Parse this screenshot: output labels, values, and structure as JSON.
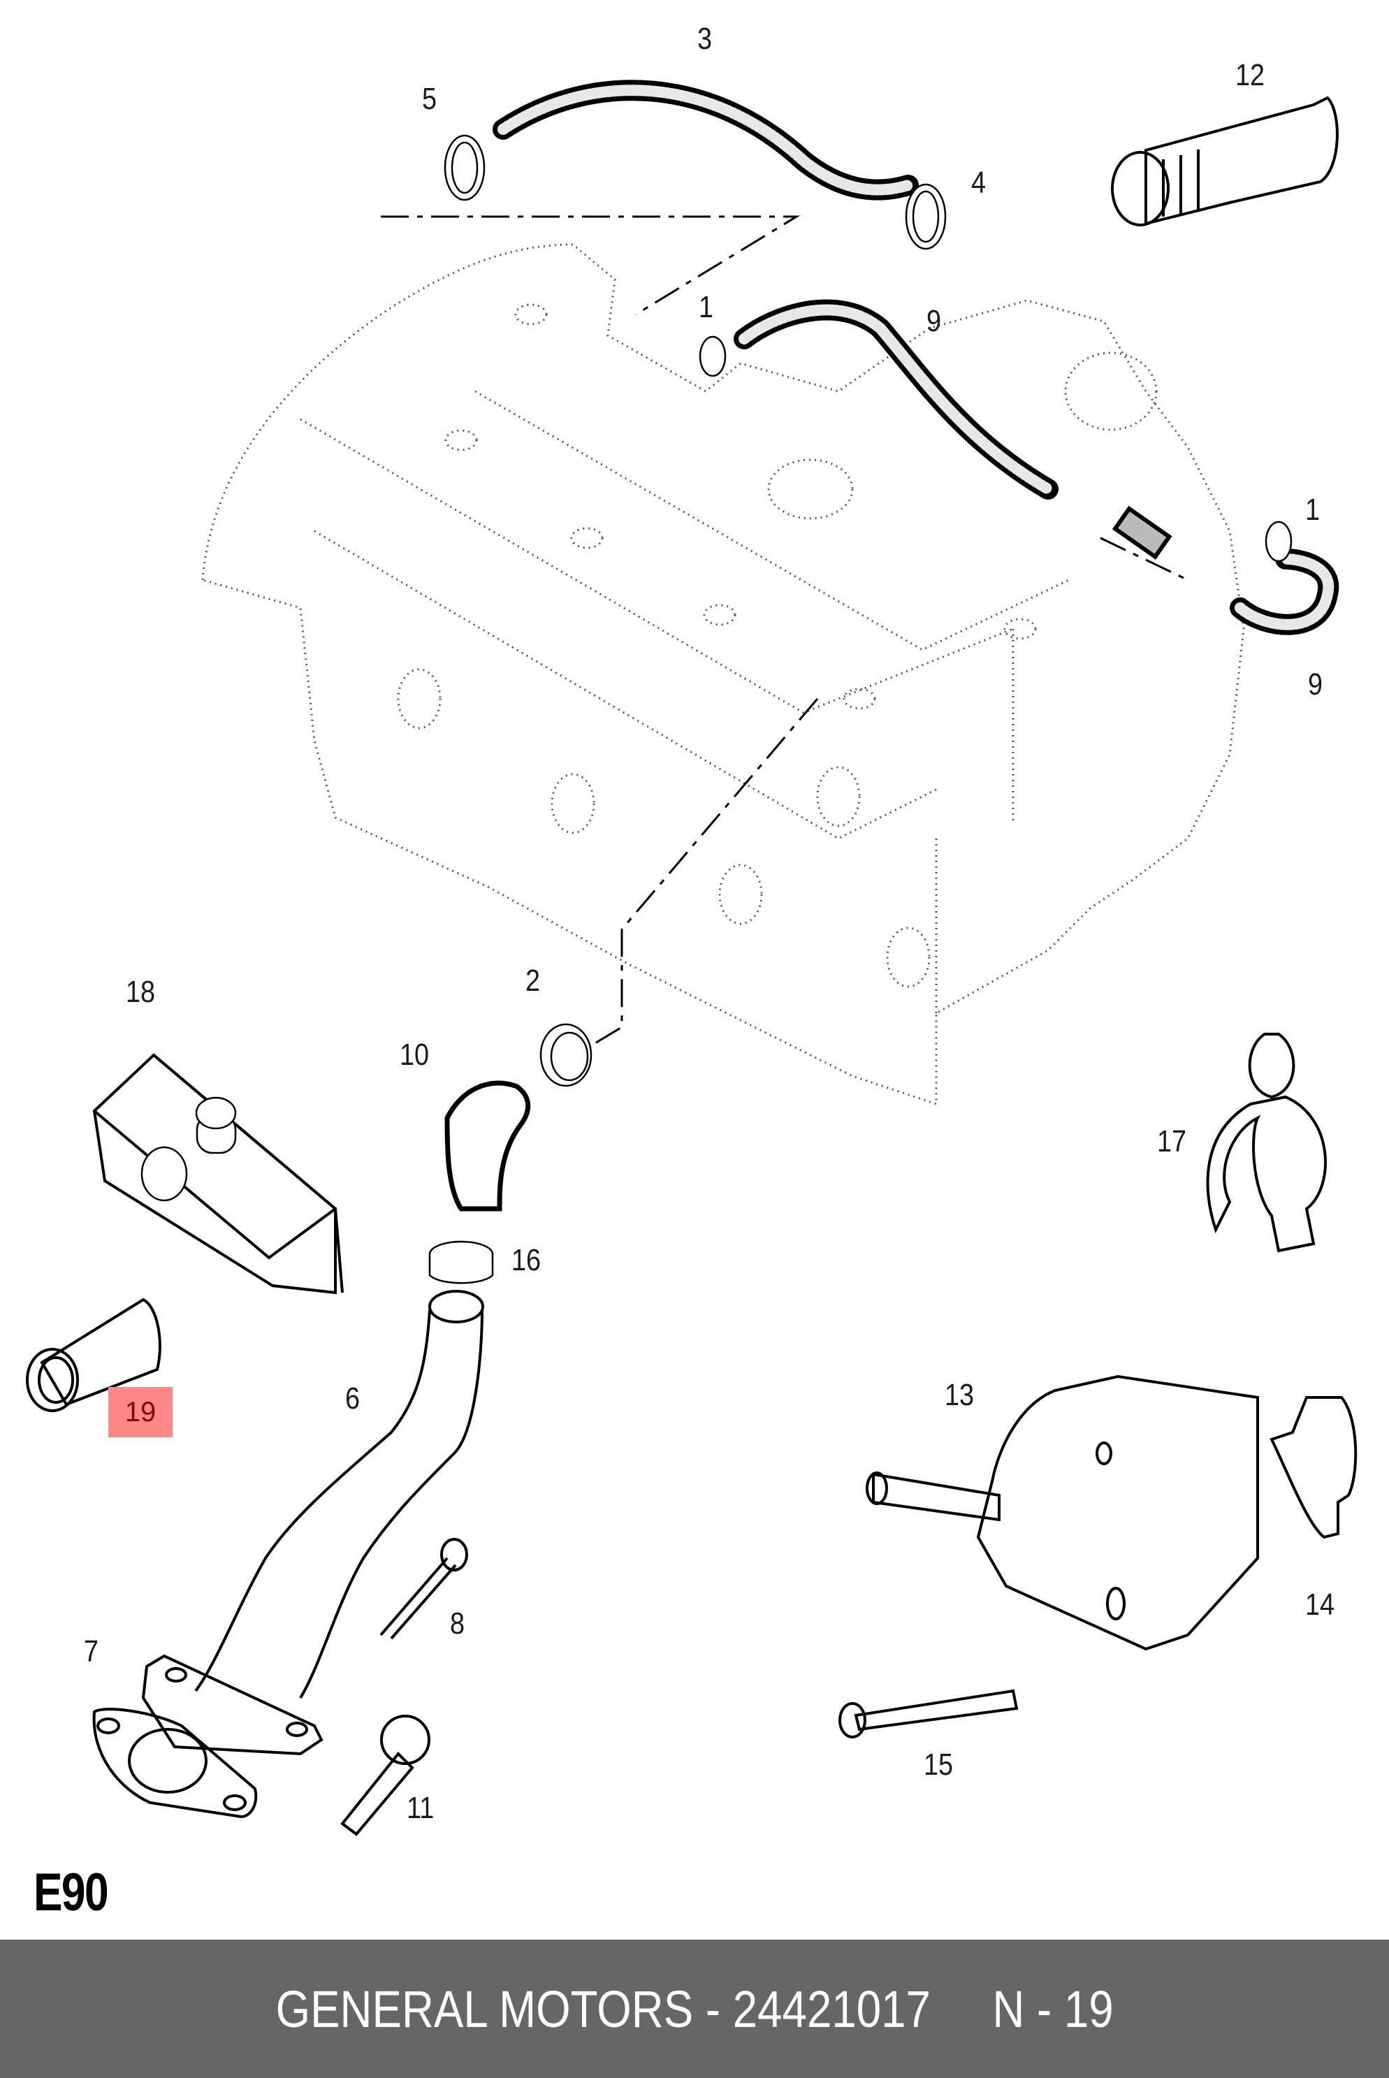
{
  "diagram": {
    "code": "E90",
    "highlighted_part": "19",
    "highlight_color": "#ff8888",
    "callouts": [
      {
        "id": "c1a",
        "label": "1"
      },
      {
        "id": "c1b",
        "label": "1"
      },
      {
        "id": "c2",
        "label": "2"
      },
      {
        "id": "c3",
        "label": "3"
      },
      {
        "id": "c4",
        "label": "4"
      },
      {
        "id": "c5",
        "label": "5"
      },
      {
        "id": "c6",
        "label": "6"
      },
      {
        "id": "c7",
        "label": "7"
      },
      {
        "id": "c8",
        "label": "8"
      },
      {
        "id": "c9a",
        "label": "9"
      },
      {
        "id": "c9b",
        "label": "9"
      },
      {
        "id": "c10",
        "label": "10"
      },
      {
        "id": "c11",
        "label": "11"
      },
      {
        "id": "c12",
        "label": "12"
      },
      {
        "id": "c13",
        "label": "13"
      },
      {
        "id": "c14",
        "label": "14"
      },
      {
        "id": "c15",
        "label": "15"
      },
      {
        "id": "c16",
        "label": "16"
      },
      {
        "id": "c17",
        "label": "17"
      },
      {
        "id": "c18",
        "label": "18"
      },
      {
        "id": "c19",
        "label": "19"
      }
    ]
  },
  "footer": {
    "text": "GENERAL MOTORS - 24421017     N - 19",
    "background": "#666666"
  }
}
